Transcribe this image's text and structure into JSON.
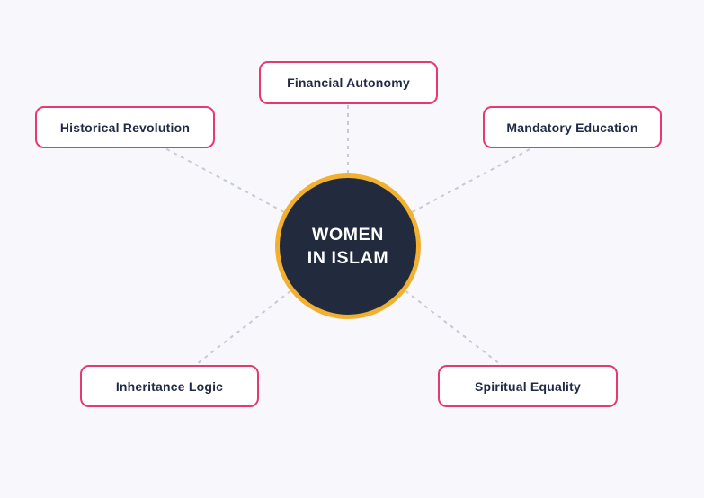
{
  "diagram": {
    "type": "mindmap",
    "center_node": {
      "label": "WOMEN\nIN ISLAM"
    },
    "nodes": [
      {
        "id": "financial-autonomy",
        "label": "Financial Autonomy"
      },
      {
        "id": "historical-revolution",
        "label": "Historical Revolution"
      },
      {
        "id": "mandatory-education",
        "label": "Mandatory Education"
      },
      {
        "id": "inheritance-logic",
        "label": "Inheritance Logic"
      },
      {
        "id": "spiritual-equality",
        "label": "Spiritual Equality"
      }
    ],
    "connector_style": "dashed"
  },
  "colors": {
    "background": "#f7f7fc",
    "node_border": "#e5396f",
    "node_fill": "#ffffff",
    "node_text": "#1f2a44",
    "center_fill": "#212b3d",
    "center_border": "#f1b02f",
    "center_text": "#ffffff",
    "connector": "#c5cbd6"
  }
}
